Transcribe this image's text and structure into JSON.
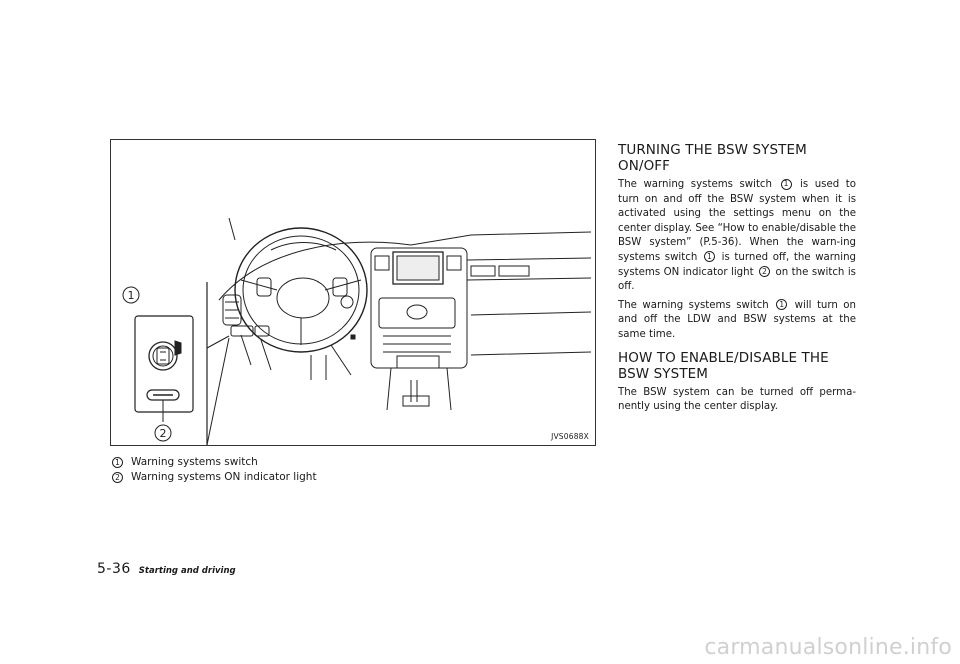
{
  "figure": {
    "code": "JVS0688X",
    "callout_1": "1",
    "callout_2": "2"
  },
  "captions": [
    {
      "num": "1",
      "text": "Warning systems switch"
    },
    {
      "num": "2",
      "text": "Warning systems ON indicator light"
    }
  ],
  "section1": {
    "heading": "TURNING THE BSW SYSTEM ON/OFF",
    "p1_a": "The warning systems switch ",
    "p1_num1": "1",
    "p1_b": " is used to turn on and off the BSW system when it is activated using the settings menu on the center display. See “How to enable/disable the BSW system” (P.5-36). When the warn-ing systems switch ",
    "p1_num2": "1",
    "p1_c": " is turned off, the warning systems ON indicator light ",
    "p1_num3": "2",
    "p1_d": " on the switch is off.",
    "p2_a": "The warning systems switch ",
    "p2_num1": "1",
    "p2_b": " will turn on and off the LDW and BSW systems at the same time."
  },
  "section2": {
    "heading": "HOW TO ENABLE/DISABLE THE BSW SYSTEM",
    "p1": "The BSW system can be turned off perma-nently using the center display."
  },
  "footer": {
    "page": "5-36",
    "section": "Starting and driving"
  },
  "watermark": "carmanualsonline.info"
}
